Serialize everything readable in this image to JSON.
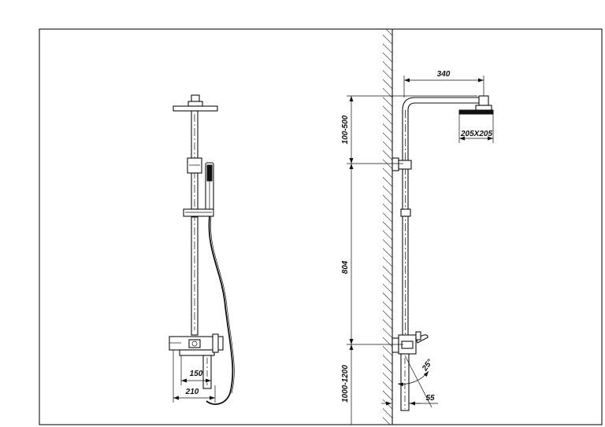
{
  "diagram": {
    "front_view": {
      "dim_150": "150",
      "dim_210": "210"
    },
    "side_view": {
      "dim_340": "340",
      "dim_205x205": "205X205",
      "dim_100_500": "100-500",
      "dim_804": "804",
      "dim_1000_1200": "1000-1200",
      "dim_55": "55",
      "dim_25deg": "25°"
    }
  }
}
